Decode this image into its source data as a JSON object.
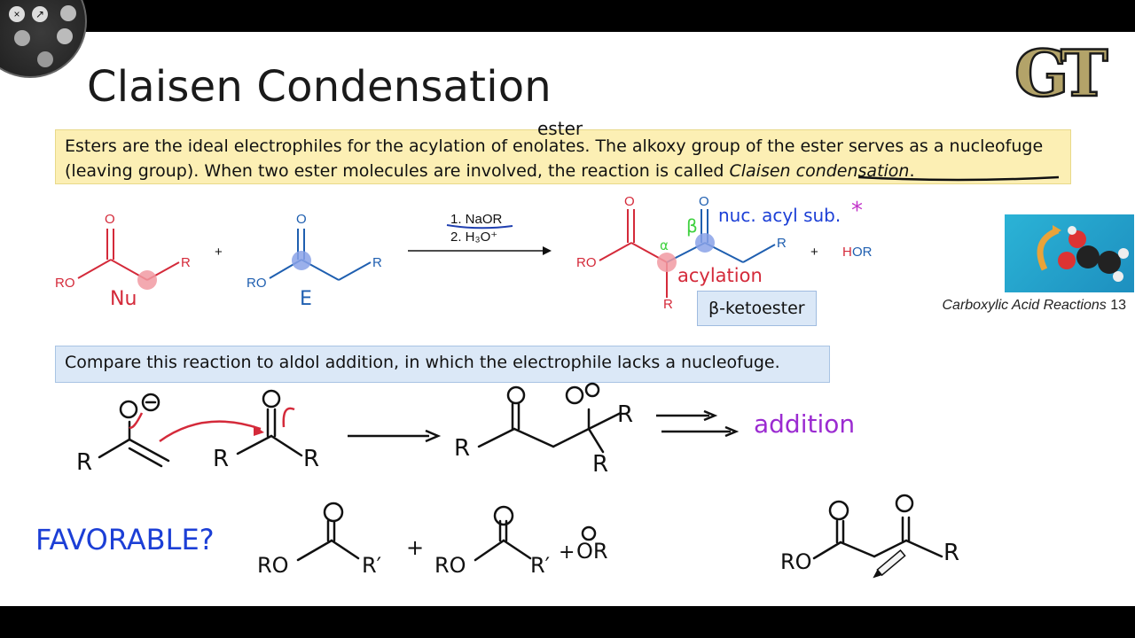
{
  "title": "Claisen Condensation",
  "intro": {
    "part1": "Esters are the ideal electrophiles for the acylation of enolates. The alkoxy group of the ester serves as a nucleofuge (leaving group). When two ester molecules are involved, the reaction is called ",
    "term": "Claisen condensation",
    "part2": ".",
    "annotation": "ester"
  },
  "reaction": {
    "reagent1": "1. NaOR",
    "reagent2": "2. H₃O⁺",
    "plus1": "+",
    "plus2": "+",
    "byproduct_h": "H",
    "byproduct_rest": "OR",
    "ro_left": "RO",
    "ro_middle": "RO",
    "ro_product": "RO",
    "r_label": "R",
    "o_label": "O",
    "nu_label": "Nu",
    "e_label": "E",
    "alpha": "α",
    "beta": "β",
    "note_acyl": "nuc. acyl sub.",
    "note_star": "*",
    "note_acylation": "acylation",
    "product_tag": "β-ketoester"
  },
  "sidebar": {
    "caption": "Carboxylic Acid Reactions",
    "page": "13"
  },
  "compare": {
    "text": "Compare this reaction to aldol addition, in which the electrophile lacks a nucleofuge."
  },
  "handwritten": {
    "addition": "addition",
    "favorable": "FAVORABLE?",
    "ro": "RO",
    "r": "R",
    "r_prime": "R′",
    "o": "O",
    "plus": "+",
    "or_anion": "OR"
  },
  "toolbar": {
    "close": "×",
    "share": "↗"
  },
  "colors": {
    "red": "#d42a3a",
    "blue": "#1f5fb0",
    "purple": "#9b2bd1",
    "green": "#3fd13f",
    "magenta": "#c233c9",
    "hand_blue": "#1c3fd6"
  }
}
